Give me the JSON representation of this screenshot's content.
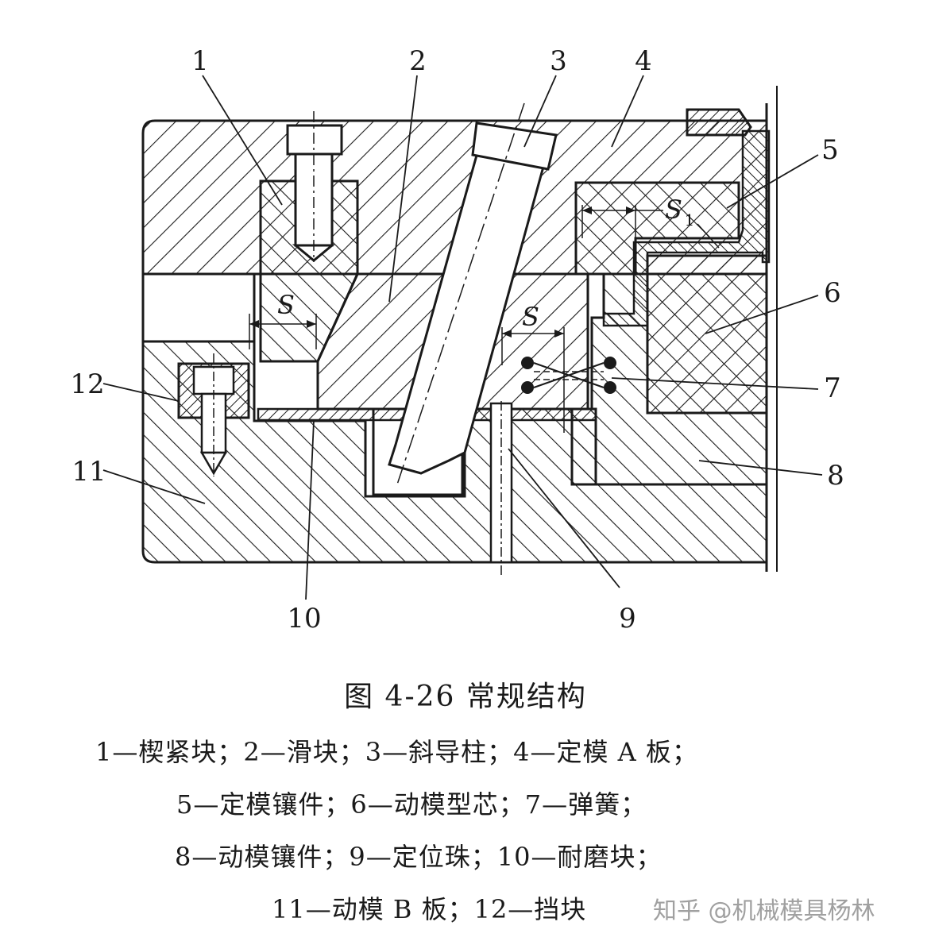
{
  "figure": {
    "title": "图 4-26   常规结构",
    "part_labels": [
      "1",
      "2",
      "3",
      "4",
      "5",
      "6",
      "7",
      "8",
      "9",
      "10",
      "11",
      "12"
    ],
    "symbol_s": "S",
    "symbol_s1_main": "S",
    "symbol_s1_sub": "1"
  },
  "legend": {
    "line1": "1—楔紧块；2—滑块；3—斜导柱；4—定模 A 板；",
    "line2": "5—定模镶件；6—动模型芯；7—弹簧；",
    "line3": "8—动模镶件；9—定位珠；10—耐磨块；",
    "line4": "11—动模 B 板；12—挡块"
  },
  "watermark": "知乎 @机械模具杨林"
}
